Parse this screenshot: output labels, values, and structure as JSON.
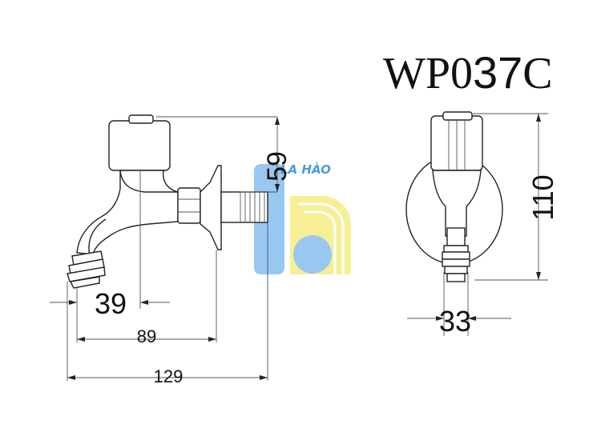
{
  "title": {
    "prefix": "WP0",
    "emphasis": "37",
    "suffix": "C"
  },
  "watermark": {
    "text": "LA HÀO",
    "colors": {
      "blue": "#8ec2f0",
      "yellow": "#f6ee8a",
      "text": "#3d8fe0"
    }
  },
  "side_view": {
    "dims": {
      "height_top": "59",
      "spout_offset": "39",
      "to_flange": "89",
      "overall": "129"
    }
  },
  "front_view": {
    "dims": {
      "height": "110",
      "width": "33"
    }
  }
}
